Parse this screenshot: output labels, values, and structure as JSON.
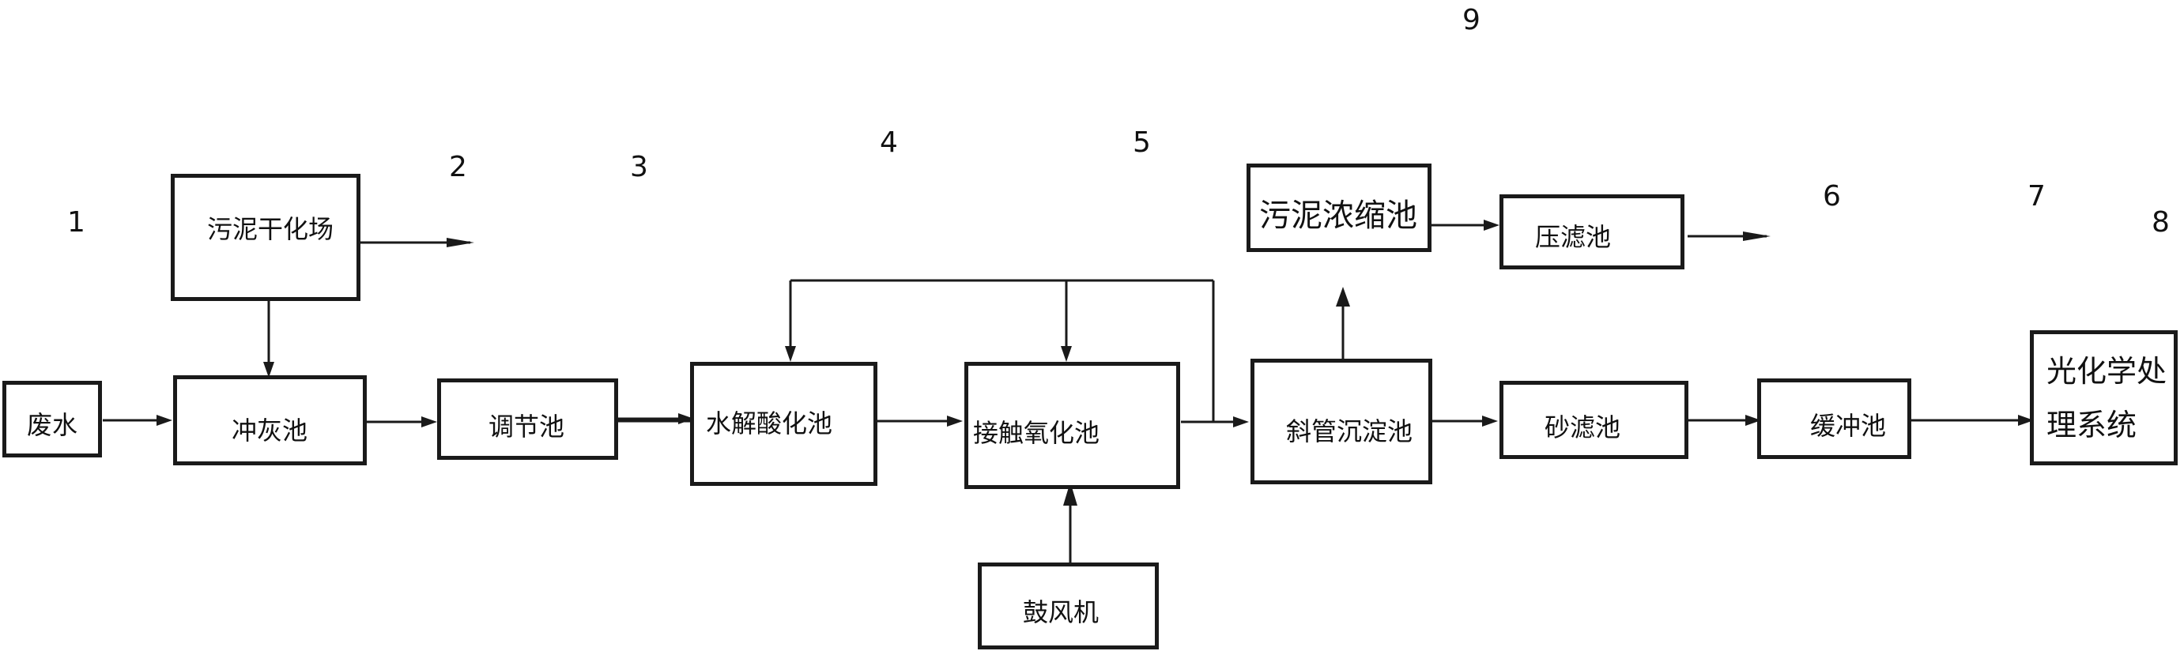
{
  "boxes": {
    "waste_water": "废水",
    "ash_flush_pool": "冲灰池",
    "sludge_drying_yard": "污泥干化场",
    "regulating_pool": "调节池",
    "hydrolysis_acidification_pool": "水解酸化池",
    "contact_oxidation_pool": "接触氧化池",
    "blower": "鼓风机",
    "inclined_tube_settling_pool": "斜管沉淀池",
    "sludge_thickening_pool": "污泥浓缩池",
    "filter_press_pool": "压滤池",
    "sand_filter_pool": "砂滤池",
    "buffer_pool": "缓冲池",
    "photocatalytic_system_line1": "光化学处",
    "photocatalytic_system_line2": "理系统"
  },
  "callouts": {
    "n1": "1",
    "n2": "2",
    "n3": "3",
    "n4": "4",
    "n5": "5",
    "n6": "6",
    "n7": "7",
    "n8": "8",
    "n9": "9"
  }
}
